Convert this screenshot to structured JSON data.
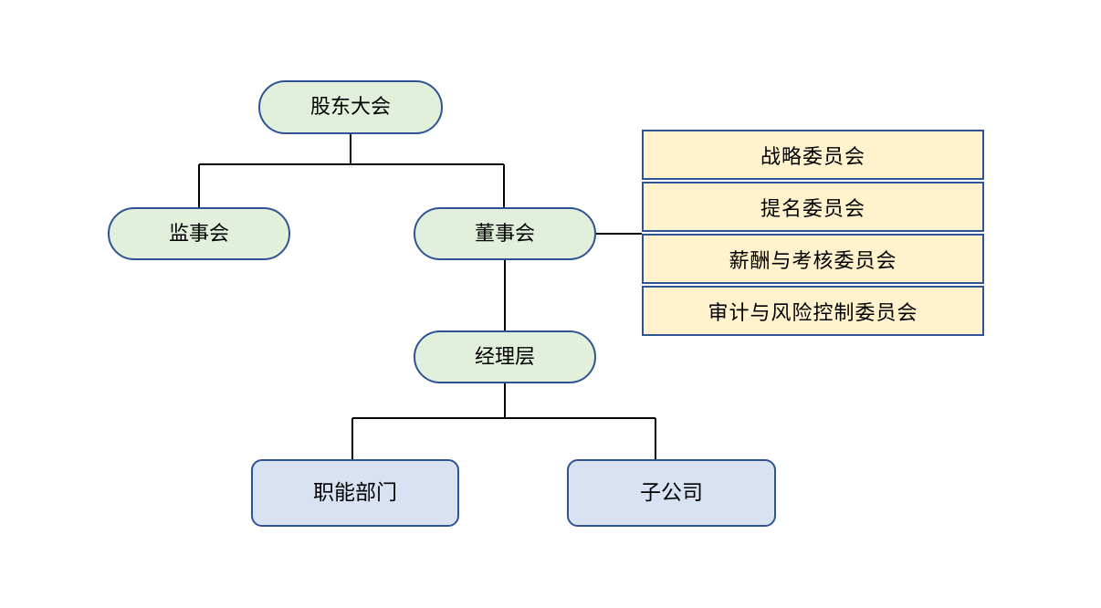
{
  "diagram": {
    "type": "org-chart",
    "nodes": {
      "shareholders": {
        "label": "股东大会",
        "shape": "pill"
      },
      "supervisory_board": {
        "label": "监事会",
        "shape": "pill"
      },
      "board_of_directors": {
        "label": "董事会",
        "shape": "pill"
      },
      "management": {
        "label": "经理层",
        "shape": "pill"
      },
      "functional_departments": {
        "label": "职能部门",
        "shape": "rounded-rect"
      },
      "subsidiaries": {
        "label": "子公司",
        "shape": "rounded-rect"
      }
    },
    "committees": [
      {
        "label": "战略委员会"
      },
      {
        "label": "提名委员会"
      },
      {
        "label": "薪酬与考核委员会"
      },
      {
        "label": "审计与风险控制委员会"
      }
    ],
    "edges": [
      {
        "from": "shareholders",
        "to": "supervisory_board"
      },
      {
        "from": "shareholders",
        "to": "board_of_directors"
      },
      {
        "from": "board_of_directors",
        "to": "management"
      },
      {
        "from": "board_of_directors",
        "to": "committees"
      },
      {
        "from": "management",
        "to": "functional_departments"
      },
      {
        "from": "management",
        "to": "subsidiaries"
      }
    ]
  },
  "colors": {
    "pill_fill": "#e2efda",
    "pill_border": "#2f5496",
    "box_fill": "#d9e2f3",
    "box_border": "#2f5496",
    "committee_fill": "#fff2cc",
    "committee_border": "#2f5496",
    "connector": "#000000",
    "text": "#000000"
  }
}
